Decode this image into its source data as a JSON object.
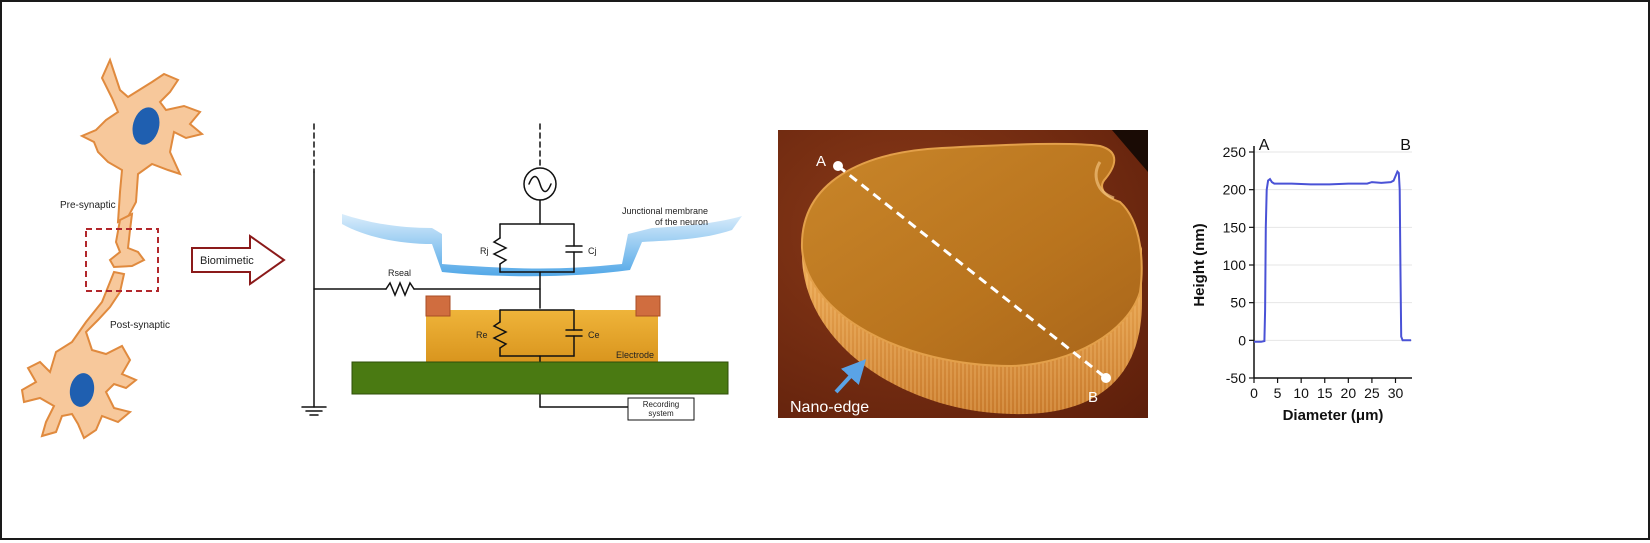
{
  "neuron": {
    "pre_label": "Pre-synaptic",
    "post_label": "Post-synaptic",
    "arrow_label": "Biomimetic",
    "colors": {
      "cell_fill": "#f7c89b",
      "cell_stroke": "#e08a3e",
      "nucleus": "#1f5fb0",
      "box": "#b2272b",
      "arrow": "#8b1a1a"
    }
  },
  "circuit": {
    "membrane_label_line1": "Junctional membrane",
    "membrane_label_line2": "of the neuron",
    "rj": "Rj",
    "cj": "Cj",
    "rseal": "Rseal",
    "re": "Re",
    "ce": "Ce",
    "electrode": "Electrode",
    "recording_line1": "Recording",
    "recording_line2": "system",
    "colors": {
      "membrane": "#4aa8e8",
      "electrode": "#e7a92a",
      "pads": "#d06d3f",
      "substrate": "#4a7a12"
    }
  },
  "afm": {
    "point_a": "A",
    "point_b": "B",
    "nano_edge": "Nano-edge",
    "colors": {
      "background": "#7a2c12",
      "disc_top": "#c07a22",
      "disc_edge": "#e9a54a",
      "arrow": "#5aa3e6"
    }
  },
  "chart_data": {
    "type": "line",
    "xlabel": "Diameter (μm)",
    "ylabel": "Height (nm)",
    "xlim": [
      0,
      33.5
    ],
    "ylim": [
      -50,
      250
    ],
    "xticks": [
      0,
      5,
      10,
      15,
      20,
      25,
      30
    ],
    "yticks": [
      -50,
      0,
      50,
      100,
      150,
      200,
      250
    ],
    "annotations": [
      "A",
      "B"
    ],
    "grid": true,
    "color": "#4a52d6",
    "series": [
      {
        "x": [
          0,
          1.5,
          2.2,
          2.35,
          2.5,
          2.7,
          3.0,
          3.4,
          3.8,
          4.3,
          5,
          8,
          12,
          16,
          20,
          24,
          25,
          27,
          29,
          29.6,
          30.0,
          30.4,
          30.7,
          30.9,
          31.05,
          31.2,
          31.5,
          32.5,
          33.3
        ],
        "y": [
          -2,
          -2,
          -1,
          40,
          150,
          200,
          212,
          214,
          210,
          208,
          208,
          208,
          207,
          207,
          208,
          208,
          210,
          209,
          210,
          212,
          218,
          224,
          222,
          200,
          100,
          5,
          0,
          0,
          0
        ]
      }
    ]
  }
}
